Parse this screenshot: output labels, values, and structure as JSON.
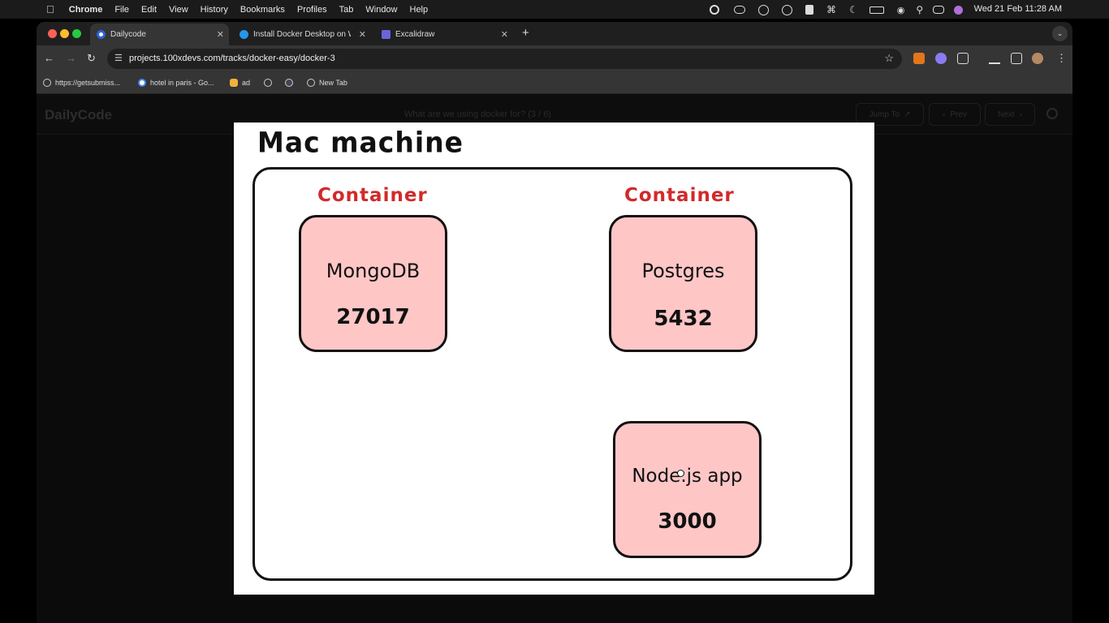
{
  "menubar": {
    "app": "Chrome",
    "menus": [
      "File",
      "Edit",
      "View",
      "History",
      "Bookmarks",
      "Profiles",
      "Tab",
      "Window",
      "Help"
    ],
    "clock": "Wed 21 Feb  11:28 AM"
  },
  "tabs": [
    {
      "title": "Dailycode",
      "active": true
    },
    {
      "title": "Install Docker Desktop on Wi",
      "active": false
    },
    {
      "title": "Excalidraw",
      "active": false
    }
  ],
  "toolbar": {
    "url": "projects.100xdevs.com/tracks/docker-easy/docker-3"
  },
  "bookmarks": [
    {
      "label": "https://getsubmiss..."
    },
    {
      "label": "hotel in paris - Go..."
    },
    {
      "label": "ad"
    },
    {
      "label": ""
    },
    {
      "label": ""
    },
    {
      "label": "New Tab"
    }
  ],
  "site": {
    "brand": "DailyCode",
    "lesson_title": "What are we using docker for? (3 / 6)",
    "jump_to": "Jump To",
    "prev": "Prev",
    "next": "Next"
  },
  "slide": {
    "title": "Mac machine",
    "container_label_left": "Container",
    "container_label_right": "Container",
    "boxes": [
      {
        "name": "MongoDB",
        "port": "27017"
      },
      {
        "name": "Postgres",
        "port": "5432"
      },
      {
        "name": "Node.js app",
        "port": "3000"
      }
    ]
  },
  "colors": {
    "box_fill": "#ffc6c6",
    "label_red": "#d12a2a",
    "ink": "#111111"
  }
}
